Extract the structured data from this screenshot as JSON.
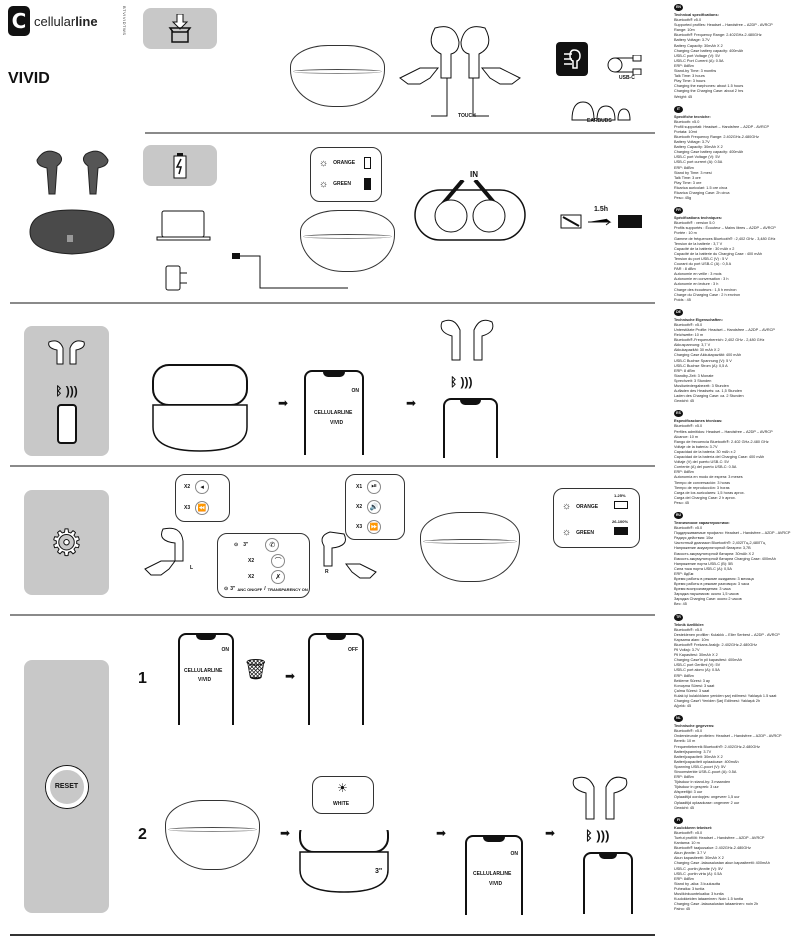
{
  "header": {
    "brand": "cellular",
    "brand_bold": "line",
    "logo_letter": "C",
    "product_code": "BTVIVIDTWS",
    "product_name": "VIVID"
  },
  "section1": {
    "touch_label": "TOUCH",
    "usbc_label": "USB-C",
    "earbuds_label": "EARBUDS"
  },
  "section2": {
    "orange_label": "ORANGE",
    "green_label": "GREEN",
    "in_label": "IN",
    "charge_time": "1.5h"
  },
  "section3": {
    "phone_bt_state": "ON",
    "device_name_line1": "CELLULARLINE",
    "device_name_line2": "VIVID"
  },
  "section4": {
    "left_controls": [
      {
        "tap": "X2",
        "icon": "volume-down"
      },
      {
        "tap": "X3",
        "icon": "previous-track"
      }
    ],
    "right_controls": [
      {
        "tap": "X1",
        "icon": "play-pause"
      },
      {
        "tap": "X2",
        "icon": "volume-up"
      },
      {
        "tap": "X3",
        "icon": "next-track"
      }
    ],
    "call_controls": [
      {
        "tap": "3\"",
        "icon": "answer-call",
        "hold": true
      },
      {
        "tap": "X2",
        "icon": "end-call"
      },
      {
        "tap": "X2",
        "icon": "reject-call"
      }
    ],
    "anc_hold": "3\"",
    "anc_label": "ANC ON/OFF",
    "transparency_label": "TRANSPARENCY ON",
    "left_label": "L",
    "right_label": "R",
    "orange_label": "ORANGE",
    "orange_range": "1-25%",
    "green_label": "GREEN",
    "green_range": "26-100%"
  },
  "section5": {
    "reset_label": "RESET",
    "step1": "1",
    "step2": "2",
    "bt_on": "ON",
    "bt_off": "OFF",
    "device_name_line1": "CELLULARLINE",
    "device_name_line2": "VIVID",
    "white_label": "WHITE",
    "hold_time": "3\""
  },
  "specs": [
    {
      "lang": "EN",
      "title": "Technical specifications:",
      "lines": [
        "Bluetooth® v5.0",
        "Supported profiles: Headset – Handsfree – A2DP - AVRCP",
        "Range: 10m",
        "Bluetooth® Frequency Range: 2.402GHz-2.480GHz",
        "Battery Voltage: 3.7V",
        "Battery Capacity: 30mAh X 2",
        "Charging Case battery capacity: 400mAh",
        "USB-C port Voltage (V): 5V",
        "USB-C Port Current (A): 0.5A",
        "ERP: 8dBm",
        "Stand-by Time: 3 months",
        "Talk Time: 3 hours",
        "Play Time: 3 hours",
        "Charging the earphones: about 1.5 hours",
        "Charging the Charging Case: about 2 hrs",
        "Weight: 45"
      ]
    },
    {
      "lang": "IT",
      "title": "Specifiche tecniche:",
      "lines": [
        "Bluetooth: v5.0",
        "Profili supportati: Headset – Handsfree – A2DP - AVRCP",
        "Portata: 10mt",
        "Bluetooth Frequency Range: 2.402GHz-2.480GHz",
        "Battery Voltage: 3.7V",
        "Battery Capacity: 30mAh X 2",
        "Charging Case battery capacity: 400mAh",
        "USB-C port Voltage (V): 5V",
        "USB-C port current (A): 0.5A",
        "ERP: 8dBm",
        "Stand by Time: 3 mesi",
        "Talk Time: 3 ore",
        "Play Time: 3 ore",
        "Ricarica auricolari: 1.5 ore circa",
        "Ricarica Charging Case: 2h circa",
        "Peso: 45g"
      ]
    },
    {
      "lang": "FR",
      "title": "Spécifications techniques:",
      "lines": [
        "Bluetooth® : version 5.0",
        "Profils supportés : Écouteur – Mains libres – A2DP – AVRCP",
        "Portée : 10 m",
        "Gamme de fréquences Bluetooth® : 2,402 GHz - 3,480 GHz",
        "Tension de la batterie : 3,7 V",
        "Capacité de la batterie : 30 mAh x 2",
        "Capacité de la batterie du Charging Case : 400 mAh",
        "Tension du port USB-C (V) : 5 V",
        "Courant du port USB-C (A) : 0,5 A",
        "PAR : 8 dBm",
        "Autonomie en veille : 3 mois",
        "Autonomie en conversation : 3 h",
        "Autonomie en lecture : 3 h",
        "Charge des écouteurs : 1,5 h environ",
        "Charge du Charging Case : 2 h environ",
        "Poids : 45"
      ]
    },
    {
      "lang": "DE",
      "title": "Technische Eigenschaften:",
      "lines": [
        "Bluetooth®: v5.0",
        "Unterstützte Profile: Headset – Handsfree – A2DP – AVRCP",
        "Reichweite: 10 m",
        "Bluetooth®-Frequenzbereich: 2,402 GHz - 2,480 GHz",
        "Akkuspannung: 3,7 V",
        "Akkukapazität: 30 mAh X 2",
        "Charging Case Akkukapazität: 400 mAh",
        "USB-C Buchse Spannung (V): 5 V",
        "USB-C Buchse Strom (A): 0,5 A",
        "ERP: 8 dBm",
        "Standby-Zeit: 3 Monate",
        "Sprechzeit: 3 Stunden",
        "Musikwiedergabezeit: 3 Stunden",
        "Aufladen des Headsets: ca. 1,5 Stunden",
        "Laden des Charging Case: ca. 2 Stunden",
        "Gewicht: 45"
      ]
    },
    {
      "lang": "ES",
      "title": "Especificaciones técnicas:",
      "lines": [
        "Bluetooth®: v5.0",
        "Perfiles admitidos: Headset – Handsfree – A2DP – AVRCP",
        "Alcance: 10 m",
        "Rango de frecuencia Bluetooth®: 2.402 GHz-2.480 GHz",
        "Voltaje de la batería: 3.7V",
        "Capacidad de la batería: 30 mAh x 2",
        "Capacidad de la batería del Charging Case: 400 mAh",
        "Voltaje (V) del puerto USB-C: 5V",
        "Corriente (A) del puerto USB-C: 0.5A",
        "ERP: 8dBm",
        "Autonomía en modo de espera: 3 meses",
        "Tiempo de conversación: 3 horas",
        "Tiempo de reproducción: 3 horas",
        "Carga de los auriculares: 1,5 horas aprox.",
        "Carga del Charging Case: 2 h aprox.",
        "Peso: 45"
      ]
    },
    {
      "lang": "RU",
      "title": "Технические характеристики:",
      "lines": [
        "Bluetooth®: v5.0",
        "Поддерживаемые профили: Headset – Handsfree – A2DP - AVRCP",
        "Радиус действия: 10м",
        "Частотный диапазон Bluetooth®: 2,402ГГц-2,480ГГц",
        "Напряжение аккумуляторной батареи: 3,7В",
        "Емкость аккумуляторной батареи: 30mAh X 2",
        "Емкость аккумуляторной батареи Charging Case: 400mAh",
        "Напряжение порта USB-C (В): 5В",
        "Сила тока порта USB-C (А): 0,5А",
        "ERP: 8дБм",
        "Время работы в режиме ожидания: 3 месяца",
        "Время работы в режиме разговора: 3 часа",
        "Время воспроизведения: 3 часа",
        "Зарядка наушников: около 1,5 часов",
        "Зарядка Charging Case: около 2 часов",
        "Вес: 45"
      ]
    },
    {
      "lang": "TR",
      "title": "Teknik özellikler:",
      "lines": [
        "Bluetooth®: v5.0",
        "Desteklenen profiller: Kulaklık – Eller Serbest – A2DP - AVRCP",
        "Kapsama alanı: 10m",
        "Bluetooth® Frekans Aralığı: 2.402GHz-2.480GHz",
        "Pil Voltajı: 3.7V",
        "Pil Kapasitesi: 30mAh X 2",
        "Charging Case'in pil kapasitesi: 400mAh",
        "USB-C port Gerilimi (V): 5V",
        "USB-C port akımı (A): 0.5A",
        "ERP: 8dBm",
        "Bekleme Süresi: 3 ay",
        "Konuşma Süresi: 3 saat",
        "Çalma Süresi: 3 saat",
        "Kulak içi kulaklıkların yeniden şarj edilmesi: Yaklaşık 1.5 saat",
        "Charging Case'i Yeniden Şarj Edilmesi: Yaklaşık 2h",
        "Ağırlık: 45"
      ]
    },
    {
      "lang": "NL",
      "title": "Technische gegevens:",
      "lines": [
        "Bluetooth®: v5.0",
        "Ondersteunde profielen: Headset – Handsfree – A2DP - AVRCP",
        "Bereik: 10 m",
        "Frequentiebereik Bluetooth®: 2.402GHz-2.480GHz",
        "Batterijspanning: 3.7V",
        "Batterijcapaciteit: 30mAh X 2",
        "Batterijcapaciteit oplaadcase: 400mAh",
        "Spanning USB-C-poort (V): 5V",
        "Stroomsterkte USB-C-poort (A): 0.5A",
        "ERP: 8dBm",
        "Tijdsduur in stand-by: 3 maanden",
        "Tijdsduur in gesprek: 3 uur",
        "Afspeeltijd: 3 uur",
        "Oplaadtijd oordopjes: ongeveer 1,5 uur",
        "Oplaadtijd oplaadcase: ongeveer 2 uur",
        "Gewicht: 45"
      ]
    },
    {
      "lang": "FI",
      "title": "Kuulokkeen tekniset:",
      "lines": [
        "Bluetooth®: v5.0",
        "Tuetut profiilit: Headset – Handsfree – A2DP - AVRCP",
        "Kantama: 10 m",
        "Bluetooth® taajuusalue: 2.402GHz-2.480GHz",
        "Akun jännite: 3.7 V",
        "Akun kapasiteetti: 30mAh X 2",
        "Charging Case -latausalustan akun kapasiteetti: 400mAh",
        "USB-C -portin jännite (V): 5V",
        "USB-C -portin virta (A): 0.5A",
        "ERP: 8dBm",
        "Stand by -aika: 3 kuukautta",
        "Puheaika: 3 tuntia",
        "Musiikinkuunteluaika: 3 tuntia",
        "Kuulokkeiden lataaminen: Noin 1.5 tuntia",
        "Charging Case -latausalustan lataaminen: noin 2h",
        "Paino: 45"
      ]
    }
  ]
}
